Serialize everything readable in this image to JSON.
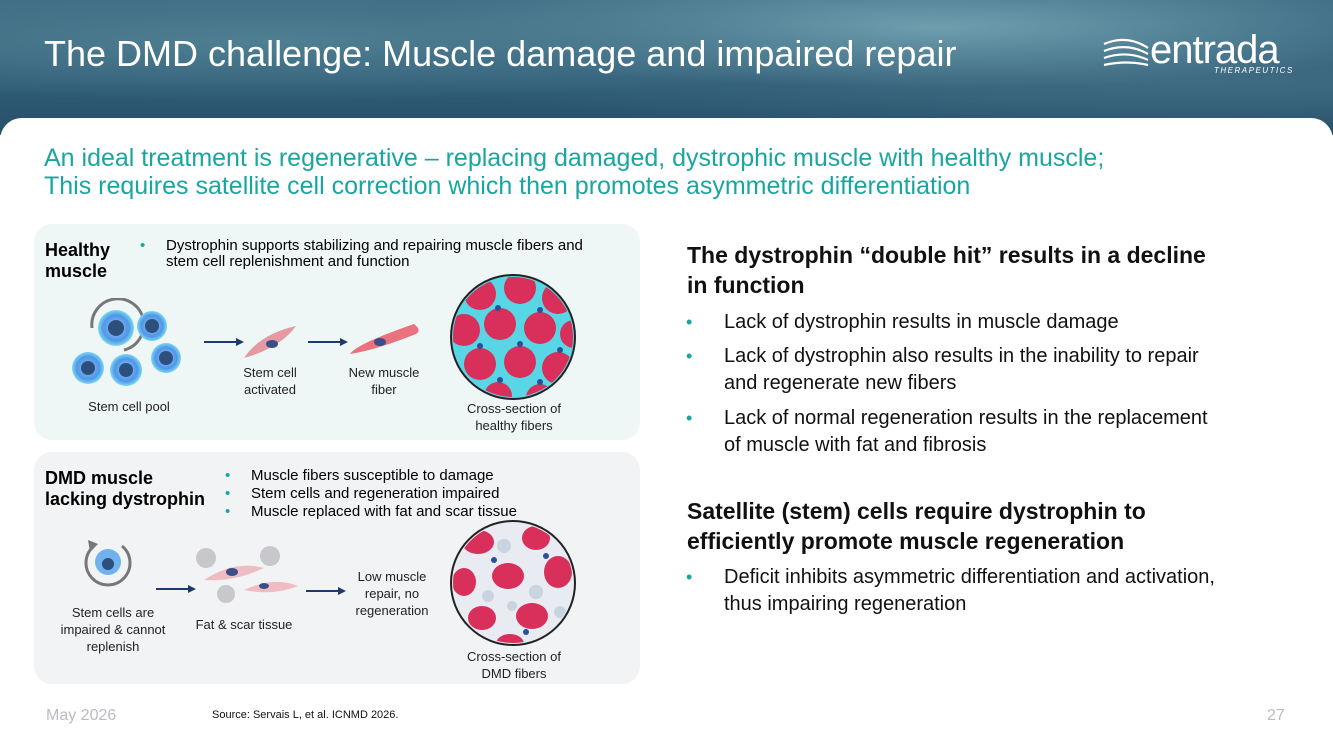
{
  "title": "The DMD challenge: Muscle damage and impaired repair",
  "logo": {
    "word": "entrada",
    "sub": "THERAPEUTICS"
  },
  "subtitle": {
    "line1": "An ideal treatment is regenerative – replacing damaged, dystrophic muscle with healthy muscle;",
    "line2": "This requires satellite cell correction which then promotes asymmetric differentiation"
  },
  "healthy_panel": {
    "title_line1": "Healthy",
    "title_line2": "muscle",
    "bullets": [
      "Dystrophin supports stabilizing and repairing muscle fibers and stem cell replenishment and function"
    ],
    "captions": {
      "pool": "Stem cell pool",
      "activated_1": "Stem cell",
      "activated_2": "activated",
      "fiber_1": "New muscle",
      "fiber_2": "fiber",
      "cross_1": "Cross-section of",
      "cross_2": "healthy fibers"
    }
  },
  "dmd_panel": {
    "title_line1": "DMD muscle",
    "title_line2": "lacking dystrophin",
    "bullets": [
      "Muscle fibers susceptible to damage",
      "Stem cells and regeneration impaired",
      "Muscle replaced with fat and scar tissue"
    ],
    "captions": {
      "stem_1": "Stem cells are",
      "stem_2": "impaired & cannot",
      "stem_3": "replenish",
      "fat": "Fat & scar tissue",
      "low_1": "Low muscle",
      "low_2": "repair, no",
      "low_3": "regeneration",
      "cross_1": "Cross-section of",
      "cross_2": "DMD fibers"
    }
  },
  "right": {
    "heading1": {
      "line1": "The dystrophin “double hit” results in a decline",
      "line2": "in function"
    },
    "bullets1": [
      {
        "line1": "Lack of dystrophin results in muscle damage",
        "line2": ""
      },
      {
        "line1": "Lack of dystrophin also results in the inability to repair",
        "line2": "and regenerate new fibers"
      },
      {
        "line1": "Lack of normal regeneration results in the replacement",
        "line2": "of muscle with fat and fibrosis"
      }
    ],
    "heading2": {
      "line1": "Satellite (stem) cells require dystrophin to",
      "line2": "efficiently promote muscle regeneration"
    },
    "bullets2": [
      {
        "line1": "Deficit inhibits asymmetric differentiation and activation,",
        "line2": "thus impairing regeneration"
      }
    ]
  },
  "footer": {
    "date": "May 2026",
    "source": "Source: Servais L, et al. ICNMD 2026.",
    "page": "27"
  },
  "colors": {
    "accent": "#1aa6a0",
    "header": "#2f5d78",
    "fiber": "#e0306a",
    "cell": "#3a78c8"
  }
}
